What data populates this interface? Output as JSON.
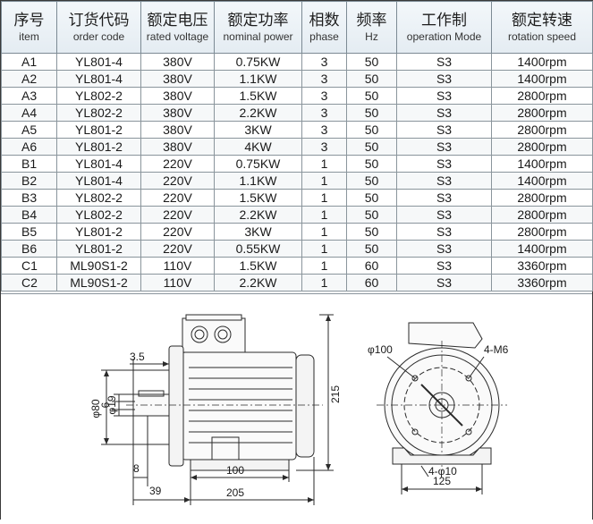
{
  "headers": [
    {
      "cn": "序号",
      "en": "item"
    },
    {
      "cn": "订货代码",
      "en": "order code"
    },
    {
      "cn": "额定电压",
      "en": "rated voltage"
    },
    {
      "cn": "额定功率",
      "en": "nominal power"
    },
    {
      "cn": "相数",
      "en": "phase"
    },
    {
      "cn": "频率",
      "en": "Hz"
    },
    {
      "cn": "工作制",
      "en": "operation Mode"
    },
    {
      "cn": "额定转速",
      "en": "rotation speed"
    }
  ],
  "rows": [
    [
      "A1",
      "YL801-4",
      "380V",
      "0.75KW",
      "3",
      "50",
      "S3",
      "1400rpm"
    ],
    [
      "A2",
      "YL801-4",
      "380V",
      "1.1KW",
      "3",
      "50",
      "S3",
      "1400rpm"
    ],
    [
      "A3",
      "YL802-2",
      "380V",
      "1.5KW",
      "3",
      "50",
      "S3",
      "2800rpm"
    ],
    [
      "A4",
      "YL802-2",
      "380V",
      "2.2KW",
      "3",
      "50",
      "S3",
      "2800rpm"
    ],
    [
      "A5",
      "YL801-2",
      "380V",
      "3KW",
      "3",
      "50",
      "S3",
      "2800rpm"
    ],
    [
      "A6",
      "YL801-2",
      "380V",
      "4KW",
      "3",
      "50",
      "S3",
      "2800rpm"
    ],
    [
      "B1",
      "YL801-4",
      "220V",
      "0.75KW",
      "1",
      "50",
      "S3",
      "1400rpm"
    ],
    [
      "B2",
      "YL801-4",
      "220V",
      "1.1KW",
      "1",
      "50",
      "S3",
      "1400rpm"
    ],
    [
      "B3",
      "YL802-2",
      "220V",
      "1.5KW",
      "1",
      "50",
      "S3",
      "2800rpm"
    ],
    [
      "B4",
      "YL802-2",
      "220V",
      "2.2KW",
      "1",
      "50",
      "S3",
      "2800rpm"
    ],
    [
      "B5",
      "YL801-2",
      "220V",
      "3KW",
      "1",
      "50",
      "S3",
      "2800rpm"
    ],
    [
      "B6",
      "YL801-2",
      "220V",
      "0.55KW",
      "1",
      "50",
      "S3",
      "1400rpm"
    ],
    [
      "C1",
      "ML90S1-2",
      "110V",
      "1.5KW",
      "1",
      "60",
      "S3",
      "3360rpm"
    ],
    [
      "C2",
      "ML90S1-2",
      "110V",
      "2.2KW",
      "1",
      "60",
      "S3",
      "3360rpm"
    ]
  ],
  "side_view": {
    "dim_shaft_step": "3.5",
    "dim_flange_dia": "φ80",
    "dim_shaft_dia": "φ19",
    "dim_key": "6",
    "dim_key_len": "8",
    "dim_shaft_len": "39",
    "dim_foot_spacing": "100",
    "dim_body_len": "205",
    "dim_height": "215"
  },
  "end_view": {
    "dim_pcd": "φ100",
    "dim_holes": "4-M6",
    "dim_foot_holes": "4-φ10",
    "dim_foot_width": "125"
  }
}
